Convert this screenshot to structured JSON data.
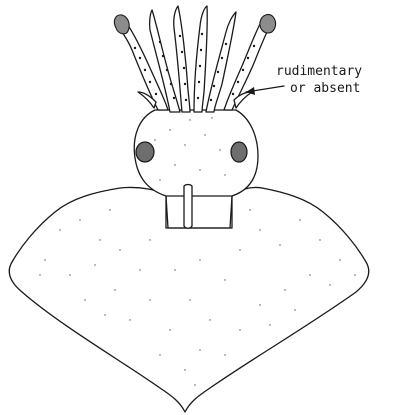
{
  "figure": {
    "subject": "squid",
    "annotation": {
      "line1": "rudimentary",
      "line2": "or absent"
    },
    "colors": {
      "ink": "#1a1a1a",
      "background": "#ffffff",
      "eye": "#6e6e6e"
    }
  }
}
